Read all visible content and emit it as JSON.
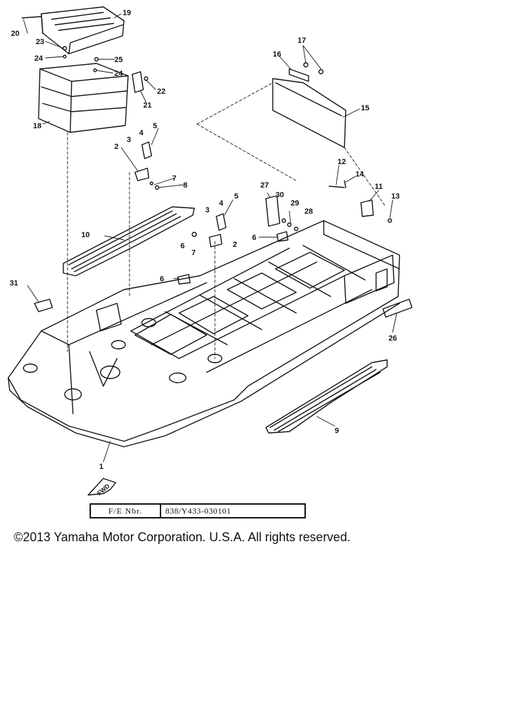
{
  "callouts": [
    "20",
    "19",
    "23",
    "24",
    "25",
    "24",
    "22",
    "21",
    "18",
    "17",
    "16",
    "15",
    "2",
    "3",
    "4",
    "5",
    "7",
    "8",
    "12",
    "14",
    "11",
    "13",
    "27",
    "30",
    "29",
    "28",
    "3",
    "4",
    "5",
    "10",
    "6",
    "7",
    "2",
    "6",
    "6",
    "31",
    "26",
    "9",
    "1"
  ],
  "frame_number": {
    "label": "F/E Nbr.",
    "value": "838/Y433-030101"
  },
  "copyright": "©2013 Yamaha Motor Corporation. U.S.A. All rights reserved.",
  "arrow_label": "FWD"
}
